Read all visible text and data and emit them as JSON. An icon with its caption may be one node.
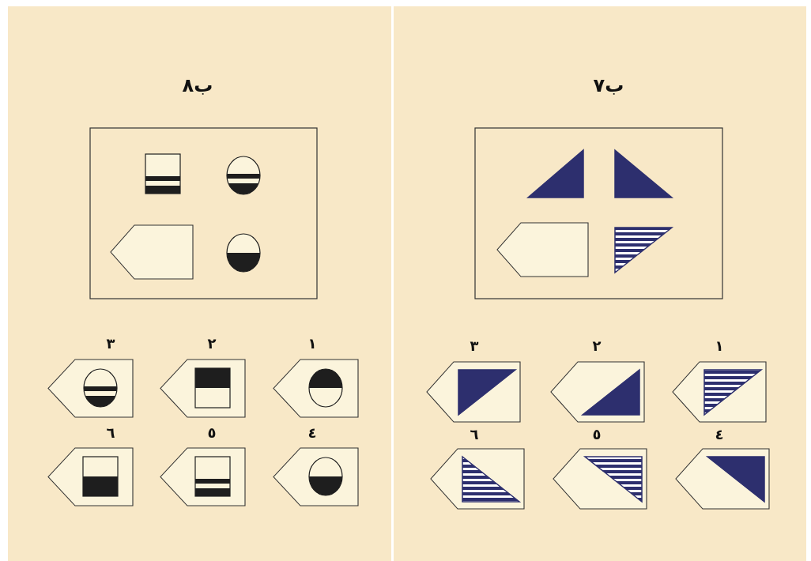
{
  "diagram": {
    "labels": [
      "ب٨",
      "٣",
      "٢",
      "١",
      "٦",
      "٥",
      "٤",
      "ب٧",
      "٣",
      "٢",
      "١",
      "٦",
      "٥",
      "٤"
    ]
  }
}
